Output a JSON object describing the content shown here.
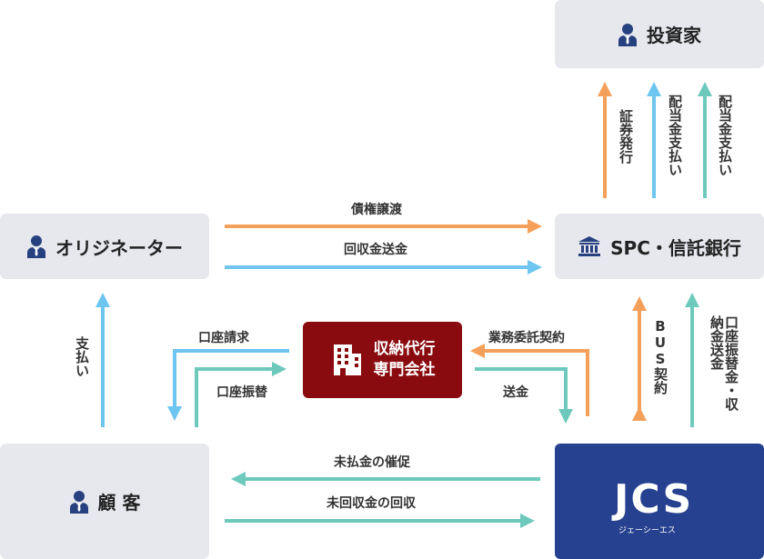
{
  "nodes": {
    "investor": "投資家",
    "originator": "オリジネーター",
    "spc": "SPC・信託銀行",
    "collection_agency": "収納代行\n専門会社",
    "customer": "顧 客",
    "jcs_logo": "JCS",
    "jcs_kana": "ジェーシーエス"
  },
  "flows": {
    "securities_issue": "証券発行",
    "dividend_1": "配当金支払い",
    "dividend_2": "配当金支払い",
    "claim_transfer": "債権譲渡",
    "collection_remit": "回収金送金",
    "payment": "支払い",
    "account_billing": "口座請求",
    "account_transfer": "口座振替",
    "business_consignment": "業務委託契約",
    "remittance": "送金",
    "bus_contract": "BUS契約",
    "account_transfer_remit": "口座振替金・収納金送金",
    "unpaid_dunning": "未払金の催促",
    "unpaid_collection": "未回収金の回収"
  },
  "colors": {
    "orange": "#f5a05a",
    "blue": "#6ec5f0",
    "teal": "#6ec9bd",
    "box_gray": "#e6e8ee",
    "dark_red": "#8a0b0f",
    "navy": "#26418f",
    "icon_navy": "#27407f"
  },
  "icons": {
    "person": "person-icon",
    "bank": "bank-icon",
    "building": "building-icon"
  }
}
